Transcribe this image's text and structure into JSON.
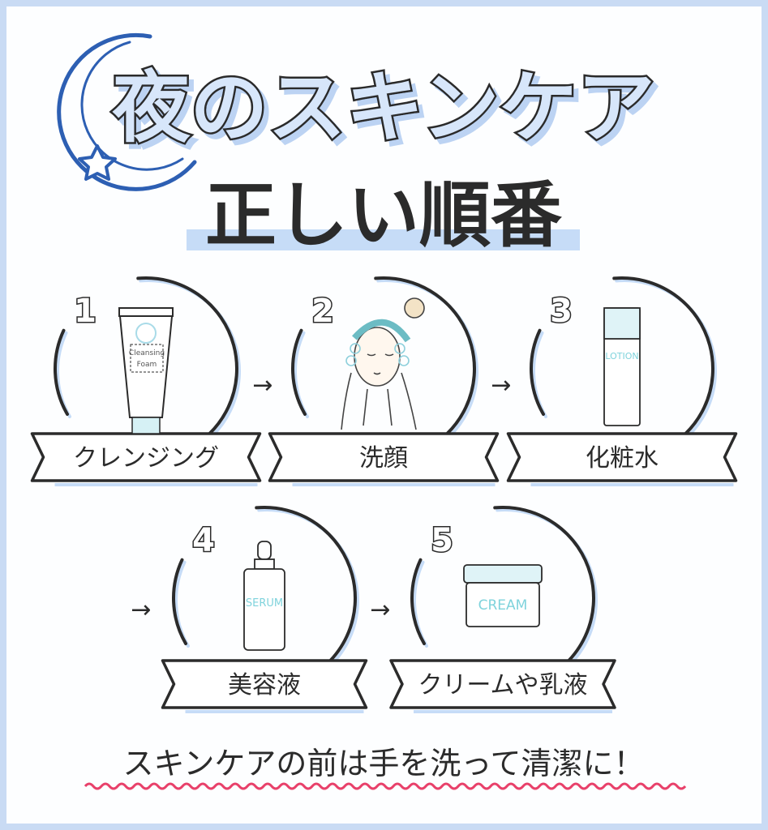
{
  "title": {
    "line1": "夜のスキンケア",
    "line2": "正しい順番"
  },
  "steps": [
    {
      "number": "1",
      "label": "クレンジング",
      "product_text": [
        "Cleansing",
        "Foam"
      ]
    },
    {
      "number": "2",
      "label": "洗顔"
    },
    {
      "number": "3",
      "label": "化粧水",
      "product_text": [
        "LOTION"
      ]
    },
    {
      "number": "4",
      "label": "美容液",
      "product_text": [
        "SERUM"
      ]
    },
    {
      "number": "5",
      "label": "クリームや乳液",
      "product_text": [
        "CREAM"
      ]
    }
  ],
  "arrow": "→",
  "footer": {
    "note": "スキンケアの前は手を洗って清潔に！"
  },
  "colors": {
    "frame": "#c9dbf4",
    "accent_blue": "#2d5fb3",
    "light_blue": "#c6dcf7",
    "ink": "#2b2b2b",
    "wave": "#e8406a",
    "product_aqua": "#7fd3dc"
  }
}
